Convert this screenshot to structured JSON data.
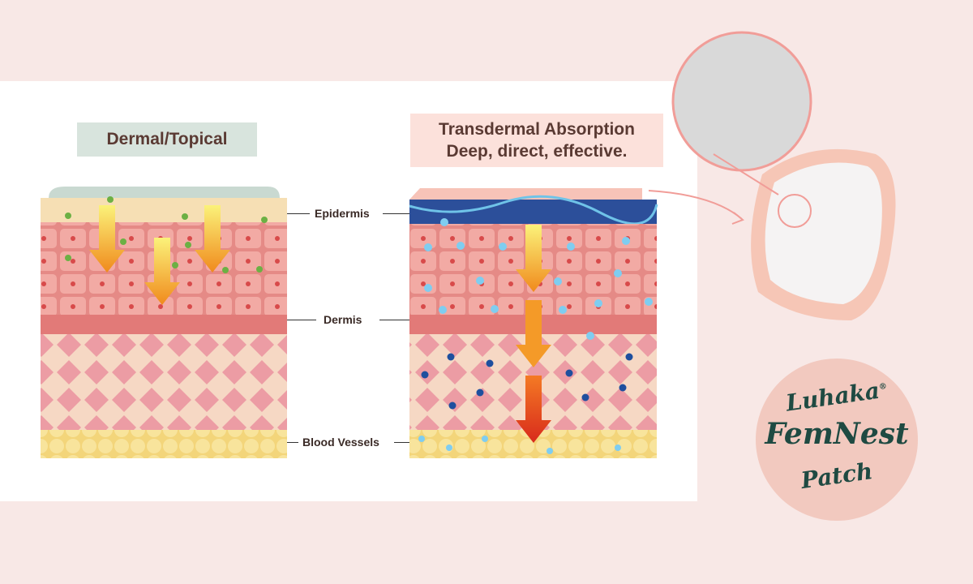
{
  "headers": {
    "left": "Dermal/Topical",
    "right_line1": "Transdermal Absorption",
    "right_line2": "Deep, direct, effective."
  },
  "labels": {
    "epidermis": "Epidermis",
    "dermis": "Dermis",
    "blood_vessels": "Blood Vessels"
  },
  "logo": {
    "brand": "Luhaka",
    "registered": "®",
    "product": "FemNest",
    "type": "Patch"
  },
  "colors": {
    "background": "#f8e8e6",
    "skin": "#e98f8a",
    "logo_text": "#1f4a42"
  }
}
